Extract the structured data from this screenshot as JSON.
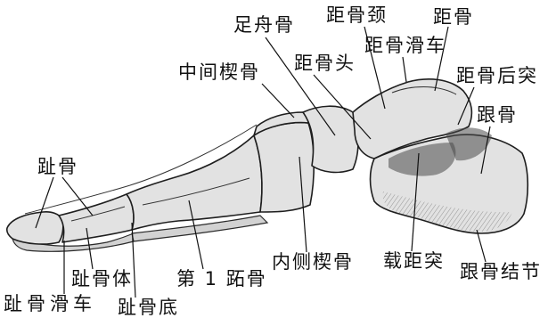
{
  "labels": {
    "navicular": "足舟骨",
    "talus_neck": "距骨颈",
    "talus": "距骨",
    "talus_trochlea": "距骨滑车",
    "talus_head": "距骨头",
    "intermediate_cuneiform": "中间楔骨",
    "talus_posterior_process": "距骨后突",
    "calcaneus": "跟骨",
    "phalanges": "趾骨",
    "medial_cuneiform": "内侧楔骨",
    "sustentaculum_tali": "载距突",
    "phalanx_body": "趾骨体",
    "first_metatarsal": "第 1 跖骨",
    "calcaneal_tuberosity": "跟骨结节",
    "phalanx_trochlea": "趾骨滑车",
    "phalanx_base": "趾骨底"
  }
}
